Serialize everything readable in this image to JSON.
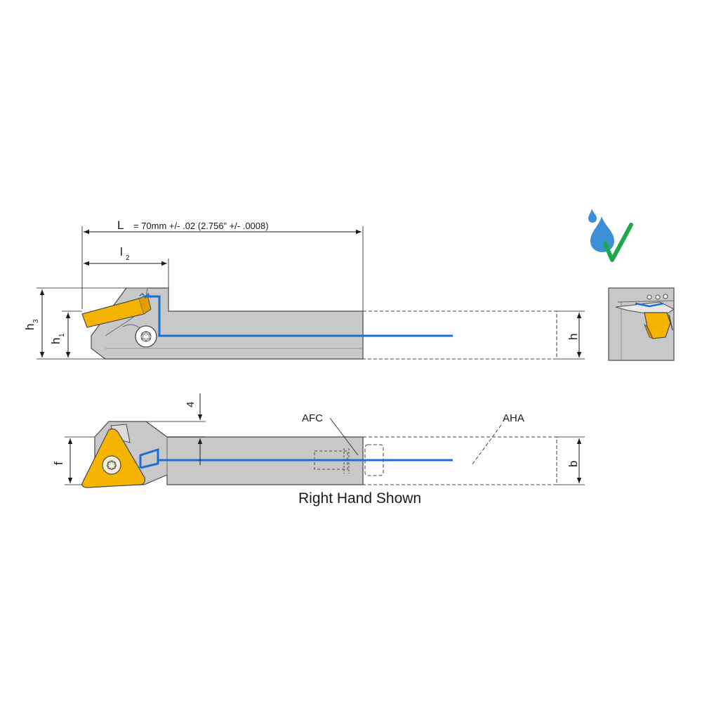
{
  "dimensions": {
    "L_symbol": "L",
    "L_value": "= 70mm +/- .02  (2.756” +/- .0008)",
    "l2_symbol": "l",
    "l2_sub": "2",
    "h3_symbol": "h",
    "h3_sub": "3",
    "h1_symbol": "h",
    "h1_sub": "1",
    "h_symbol": "h",
    "f_symbol": "f",
    "b_symbol": "b",
    "offset_value": "4"
  },
  "callouts": {
    "afc": "AFC",
    "aha": "AHA"
  },
  "caption": "Right Hand Shown",
  "colors": {
    "coolant": "#1a6fd1",
    "insert": "#f4b400",
    "body": "#c8c8c8",
    "check": "#1fa84a",
    "drop": "#3d8fd8"
  },
  "icons": [
    "coolant-drop-icon",
    "check-mark-icon",
    "torx-screw-icon"
  ]
}
